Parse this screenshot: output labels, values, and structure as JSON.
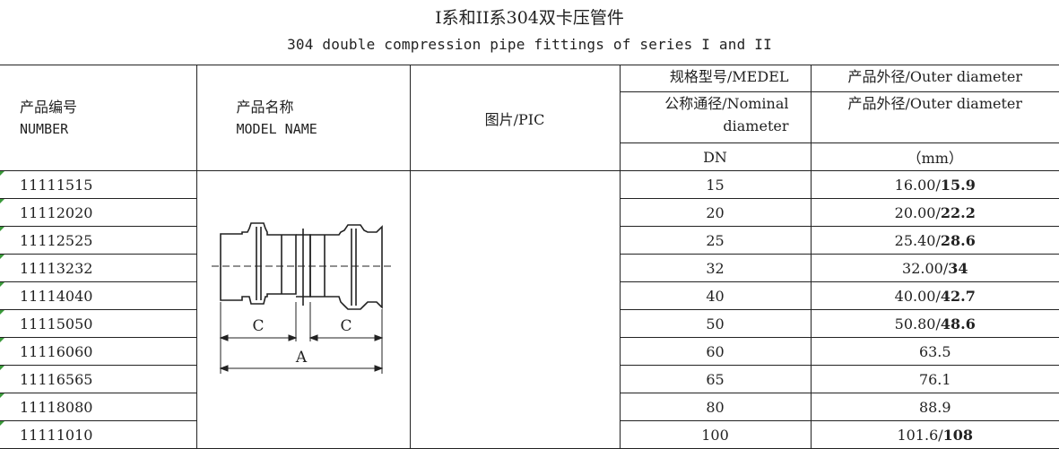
{
  "title_cn": "I系和II系304双卡压管件",
  "title_en": "304 double compression pipe fittings of series I and II",
  "headers": {
    "number_cn": "产品编号",
    "number_en": "NUMBER",
    "name_cn": "产品名称",
    "name_en": "MODEL NAME",
    "pic": "图片/PIC",
    "model": "规格型号/MEDEL",
    "outer1": "产品外径/Outer diameter",
    "nominal1": "公称通径/Nominal",
    "nominal2": "diameter",
    "outer2": "产品外径/Outer diameter",
    "dn": "DN",
    "mm": "（mm）"
  },
  "drawing": {
    "label_c_left": "C",
    "label_c_right": "C",
    "label_a": "A"
  },
  "rows": [
    {
      "number": "11111515",
      "dn": "15",
      "od_a": "16.00/",
      "od_b": "15.9"
    },
    {
      "number": "11112020",
      "dn": "20",
      "od_a": "20.00/",
      "od_b": "22.2"
    },
    {
      "number": "11112525",
      "dn": "25",
      "od_a": "25.40/",
      "od_b": "28.6"
    },
    {
      "number": "11113232",
      "dn": "32",
      "od_a": "32.00/",
      "od_b": "34"
    },
    {
      "number": "11114040",
      "dn": "40",
      "od_a": "40.00/",
      "od_b": "42.7"
    },
    {
      "number": "11115050",
      "dn": "50",
      "od_a": "50.80/",
      "od_b": "48.6"
    },
    {
      "number": "11116060",
      "dn": "60",
      "od_a": "63.5",
      "od_b": ""
    },
    {
      "number": "11116565",
      "dn": "65",
      "od_a": "76.1",
      "od_b": ""
    },
    {
      "number": "11118080",
      "dn": "80",
      "od_a": "88.9",
      "od_b": ""
    },
    {
      "number": "11111010",
      "dn": "100",
      "od_a": "101.6/",
      "od_b": "108"
    }
  ]
}
